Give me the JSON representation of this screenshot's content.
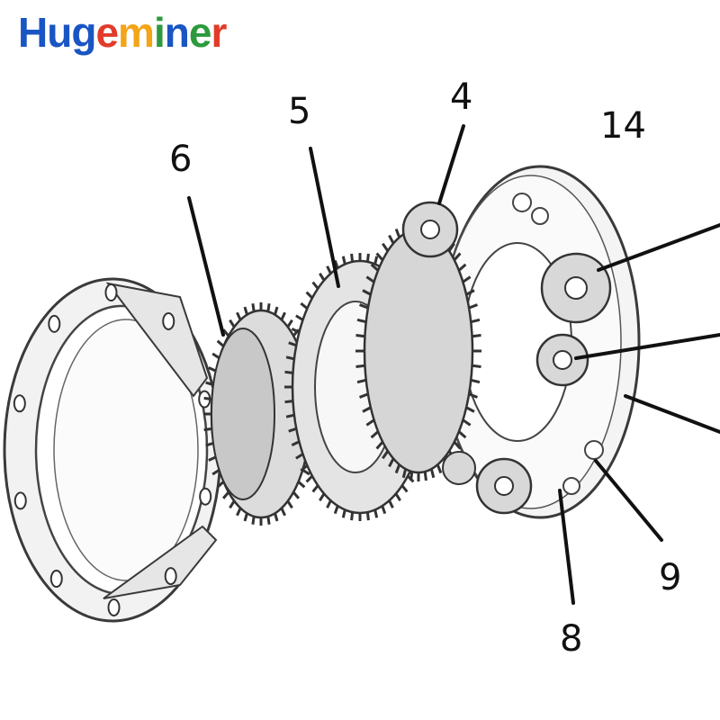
{
  "brand": {
    "letters": [
      {
        "ch": "H",
        "color": "#1a55c4"
      },
      {
        "ch": "u",
        "color": "#1a55c4"
      },
      {
        "ch": "g",
        "color": "#1a55c4"
      },
      {
        "ch": "e",
        "color": "#e23b2a"
      },
      {
        "ch": "m",
        "color": "#f4a417"
      },
      {
        "ch": "i",
        "color": "#2c9a3c"
      },
      {
        "ch": "n",
        "color": "#1a55c4"
      },
      {
        "ch": "e",
        "color": "#2c9a3c"
      },
      {
        "ch": "r",
        "color": "#e23b2a"
      }
    ]
  },
  "callouts": {
    "c4": "4",
    "c5": "5",
    "c6": "6",
    "c8": "8",
    "c9": "9",
    "c14": "14"
  },
  "colors": {
    "line": "#111111",
    "part_stroke": "#3a3a3a",
    "gear_fill": "#d9d9d9",
    "part_fill": "#f4f4f4"
  }
}
